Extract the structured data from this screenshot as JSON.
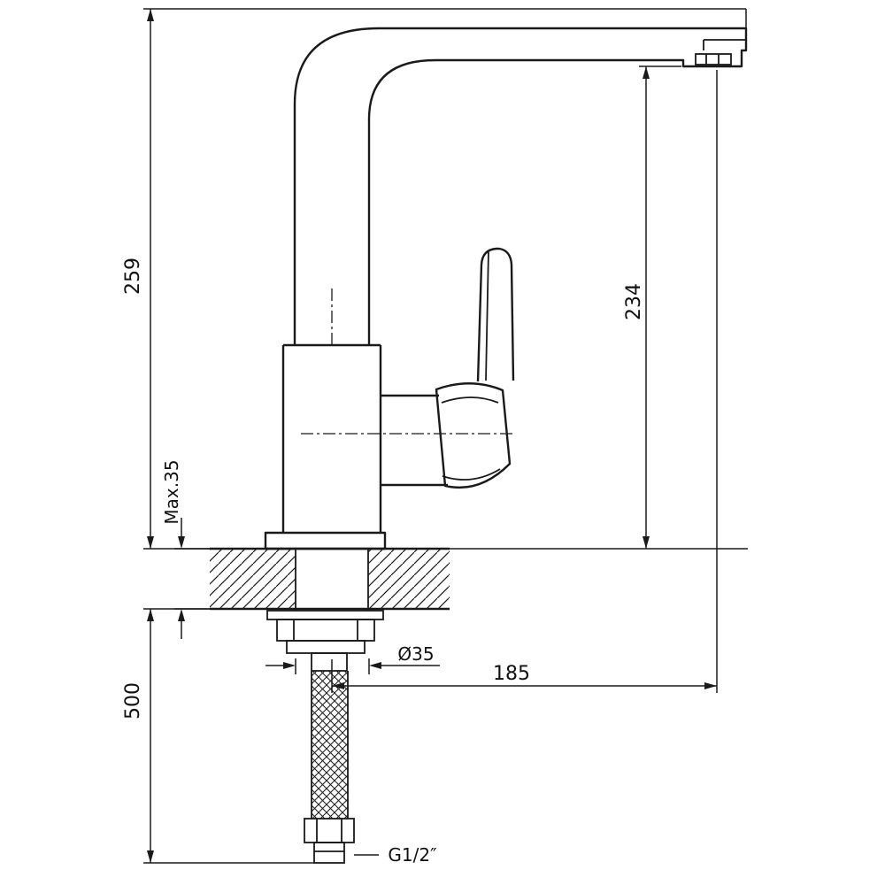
{
  "drawing": {
    "kind": "technical dimension drawing",
    "background": "#ffffff",
    "line_color": "#1a1a1a"
  },
  "labels": {
    "total_height": "259",
    "outlet_height": "234",
    "max_deck_thickness": "Max.35",
    "lower_length": "500",
    "shank_diameter": "Ø35",
    "spout_reach": "185",
    "connection_thread": "G1/2″"
  }
}
